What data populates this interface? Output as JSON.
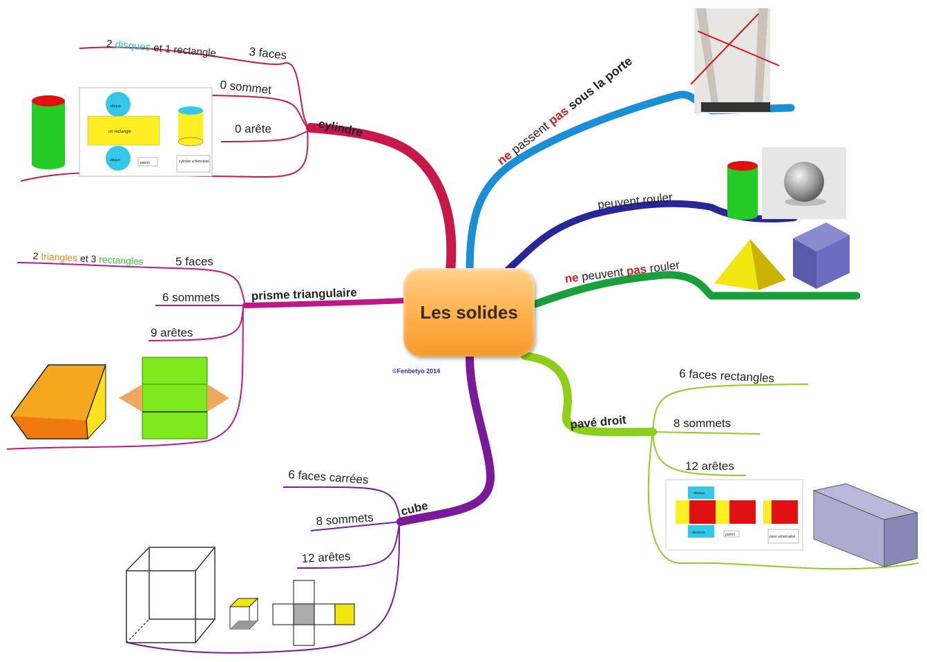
{
  "center": {
    "title": "Les solides",
    "copyright": "©Fenbetyo 2014"
  },
  "cylindre": {
    "name": "cylindre",
    "faces_prefix": "2 ",
    "faces_word1": "disques",
    "faces_suffix": " et 1 rectangle",
    "faces": "3 faces",
    "sommets": "0 sommet",
    "aretes": "0 arête",
    "net_disk_top": "disque",
    "net_rect": "un rectangle",
    "net_disk_bottom": "disque",
    "net_note1": "patron",
    "net_note2": "cylindre schématisé"
  },
  "prisme": {
    "name": "prisme triangulaire",
    "faces_prefix": "2 ",
    "faces_word1": "triangles",
    "faces_mid": " et 3 ",
    "faces_word2": "rectangles",
    "faces": "5 faces",
    "sommets": "6 sommets",
    "aretes": "9 arêtes"
  },
  "cube": {
    "name": "cube",
    "faces": "6 faces carrées",
    "sommets": "8 sommets",
    "aretes": "12 arêtes"
  },
  "porte": {
    "w1": "ne",
    "w2": " passent ",
    "w3": "pas",
    "w4": " sous la porte"
  },
  "rouler": {
    "label": "peuvent rouler"
  },
  "nerouler": {
    "w1": "ne",
    "w2": " peuvent ",
    "w3": "pas",
    "w4": " rouler"
  },
  "pave": {
    "name": "pavé droit",
    "faces": "6 faces rectangles",
    "sommets": "8 sommets",
    "aretes": "12 arêtes",
    "net_top": "dessus",
    "net_bottom": "dessous",
    "net_note1": "patron",
    "net_note2": "pavé schématisé"
  },
  "colors": {
    "cylindre": "#c8184a",
    "prisme": "#c0168a",
    "cube": "#7a1a9a",
    "porte": "#1a8fd8",
    "rouler": "#27279a",
    "nerouler": "#1aa03a",
    "pave": "#8ccf1a",
    "red_word": "#d21f1f",
    "cyan_word": "#1ec8e0",
    "orange_word": "#f08a1a",
    "green_word": "#3ac83a"
  }
}
